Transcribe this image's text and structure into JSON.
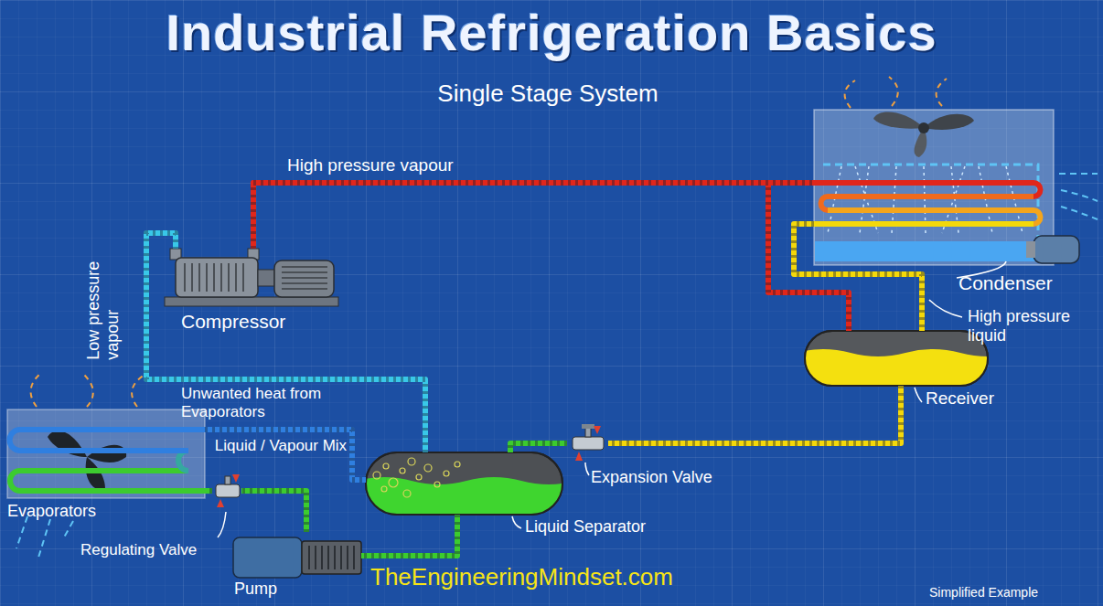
{
  "diagram": {
    "title": "Industrial Refrigeration Basics",
    "nodes": [
      {
        "text": [
          "Condenser"
        ]
      },
      {
        "text": [
          "Compressor"
        ]
      },
      {
        "text": [
          "Receiver"
        ]
      },
      {
        "text": [
          "Expansion Valve"
        ]
      },
      {
        "text": [
          "Evaporators"
        ]
      },
      {
        "text": [
          "Liquid Separator"
        ]
      },
      {
        "text": [
          "Regulating Valve"
        ]
      },
      {
        "text": [
          "Pump"
        ]
      }
    ],
    "edges": [
      {
        "from": 1,
        "to": 0,
        "arrow": "none",
        "label": "High pressure vapour"
      },
      {
        "from": 1,
        "to": 2,
        "arrow": "none"
      },
      {
        "from": 0,
        "to": 2,
        "arrow": "none",
        "label": "High pressure liquid"
      },
      {
        "from": 2,
        "to": 3,
        "arrow": "none"
      },
      {
        "from": 3,
        "to": 5,
        "arrow": "none"
      },
      {
        "from": 5,
        "to": 7,
        "arrow": "none"
      },
      {
        "from": 7,
        "to": 6,
        "arrow": "none"
      },
      {
        "from": 6,
        "to": 4,
        "arrow": "none"
      },
      {
        "from": 4,
        "to": 5,
        "arrow": "none",
        "label": "Liquid / Vapour Mix"
      },
      {
        "from": 5,
        "to": 1,
        "arrow": "none",
        "label": "Low pressure vapour"
      }
    ],
    "labels": [
      "Single Stage System",
      "Unwanted heat from Evaporators",
      "TheEngineeringMindset.com",
      "Simplified Example"
    ]
  }
}
